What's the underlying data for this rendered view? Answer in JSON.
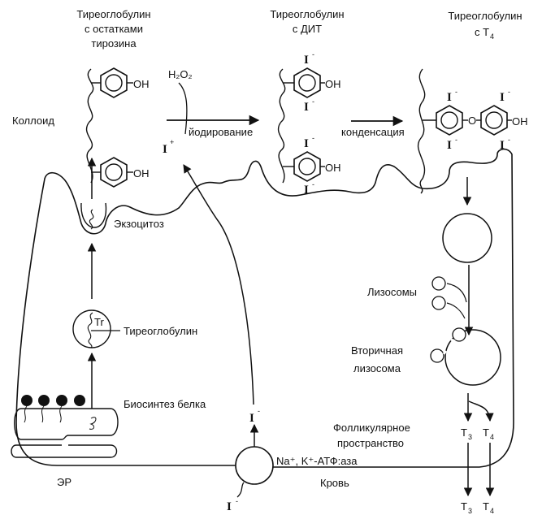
{
  "titles": {
    "tg_tyrosine": [
      "Тиреоглобулин",
      "с остатками",
      "тирозина"
    ],
    "tg_dit": [
      "Тиреоглобулин",
      "с ДИТ"
    ],
    "tg_t4": [
      "Тиреоглобулин",
      "с T",
      "4"
    ]
  },
  "labels": {
    "colloid": "Коллоид",
    "oh": "OH",
    "o": "O",
    "h2o2": "H₂O₂",
    "iodination": "йодирование",
    "condensation": "конденсация",
    "iodine_plus": "I",
    "plus": "+",
    "iodide": "I",
    "minus": "-",
    "exocytosis": "Экзоцитоз",
    "thyroglobulin": "Тиреоглобулин",
    "tg_abbr": "Tr",
    "protein_biosynthesis": "Биосинтез белка",
    "er": "ЭР",
    "lysosomes": "Лизосомы",
    "secondary_lysosome": [
      "Вторичная",
      "лизосома"
    ],
    "follicular_space": [
      "Фолликулярное",
      "пространство"
    ],
    "atpase": "Na⁺, K⁺-АТФ:аза",
    "blood": "Кровь",
    "t3": "T",
    "t3_sub": "3",
    "t4": "T",
    "t4_sub": "4"
  }
}
